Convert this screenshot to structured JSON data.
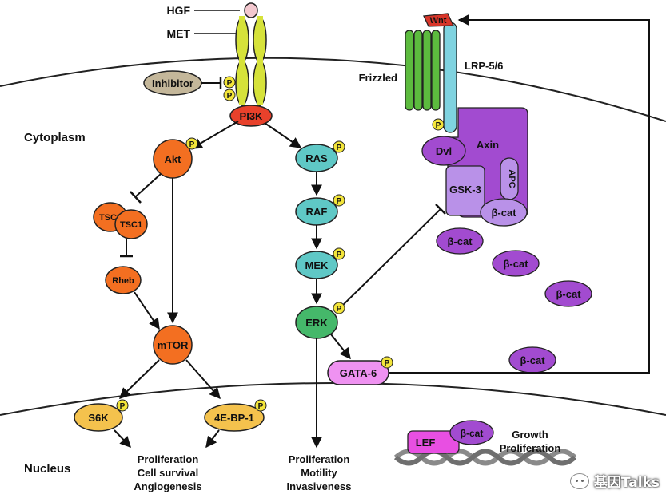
{
  "labels": {
    "hgf": "HGF",
    "met": "MET",
    "frizzled": "Frizzled",
    "lrp": "LRP-5/6",
    "wnt": "Wnt",
    "cytoplasm": "Cytoplasm",
    "nucleus": "Nucleus"
  },
  "nodes": {
    "inhibitor": "Inhibitor",
    "pi3k": "PI3K",
    "akt": "Akt",
    "tsc2": "TSC2",
    "tsc1": "TSC1",
    "rheb": "Rheb",
    "mtor": "mTOR",
    "s6k": "S6K",
    "ebp1": "4E-BP-1",
    "ras": "RAS",
    "raf": "RAF",
    "mek": "MEK",
    "erk": "ERK",
    "gata6": "GATA-6",
    "dvl": "Dvl",
    "axin": "Axin",
    "gsk3": "GSK-3",
    "apc": "APC",
    "bcat": "β-cat",
    "lef": "LEF",
    "phospho": "P"
  },
  "outcomes": {
    "left": [
      "Proliferation",
      "Cell survival",
      "Angiogenesis"
    ],
    "middle": [
      "Proliferation",
      "Motility",
      "Invasiveness"
    ],
    "right": [
      "Growth",
      "Proliferation"
    ]
  },
  "watermark": "基因Talks",
  "colors": {
    "orange": "#f36f21",
    "red": "#e8412b",
    "teal": "#5fc8c6",
    "green": "#45b86a",
    "purple": "#a24bd0",
    "lavender": "#b991e8",
    "gold": "#f4c24d",
    "olive": "#d6e23a",
    "pink": "#ef92f1",
    "magenta": "#e84fe2",
    "wnt": "#d8362a",
    "frizzled": "#5cbb3e",
    "lrp": "#7fd3e0",
    "inhibitor": "#c4b79a",
    "hgf": "#f3c8cf",
    "phospho": "#f3e53a"
  }
}
